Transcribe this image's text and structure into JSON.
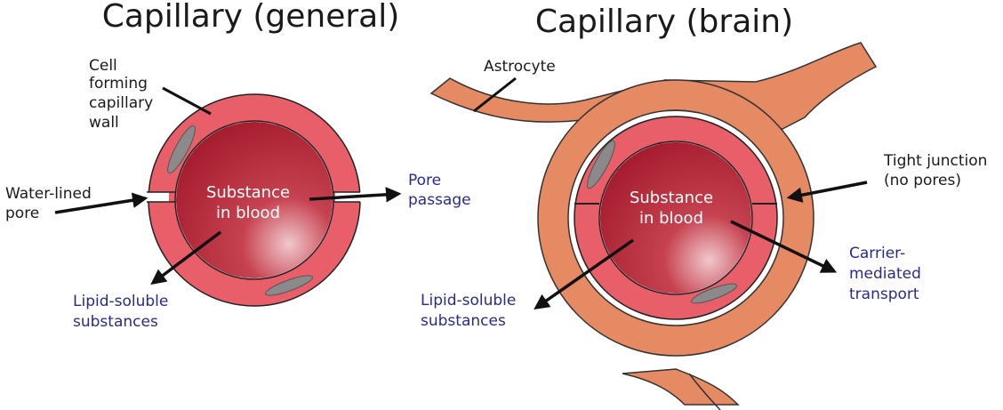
{
  "titles": {
    "general": "Capillary (general)",
    "brain": "Capillary (brain)"
  },
  "general": {
    "cell_wall": [
      "Cell",
      "forming",
      "capillary",
      "wall"
    ],
    "water_pore": [
      "Water-lined",
      "pore"
    ],
    "substance": [
      "Substance",
      "in blood"
    ],
    "pore_passage": [
      "Pore",
      "passage"
    ],
    "lipid": [
      "Lipid-soluble",
      "substances"
    ]
  },
  "brain": {
    "astrocyte": "Astrocyte",
    "tight_junction": [
      "Tight junction",
      "(no pores)"
    ],
    "substance": [
      "Substance",
      "in blood"
    ],
    "carrier": [
      "Carrier-",
      "mediated",
      "transport"
    ],
    "lipid": [
      "Lipid-soluble",
      "substances"
    ]
  },
  "colors": {
    "blood": "#b52234",
    "wall": "#e85f69",
    "astrocyte": "#e68a63",
    "label_blue": "#2a2a8c"
  }
}
